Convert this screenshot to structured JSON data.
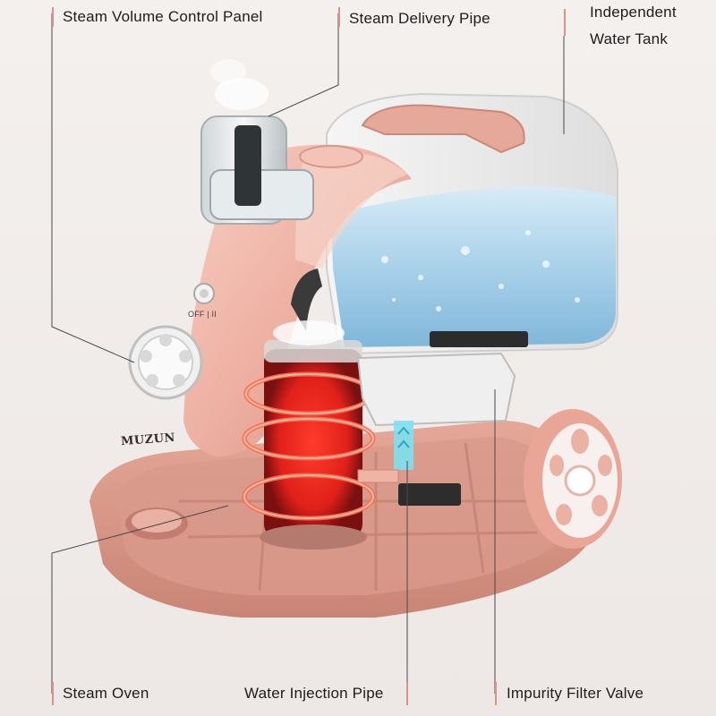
{
  "callouts": {
    "steam_volume_control_panel": "Steam Volume Control Panel",
    "steam_delivery_pipe": "Steam Delivery Pipe",
    "independent_water_tank_line1": "Independent",
    "independent_water_tank_line2": "Water Tank",
    "steam_oven": "Steam Oven",
    "water_injection_pipe": "Water Injection Pipe",
    "impurity_filter_valve": "Impurity Filter Valve"
  },
  "product": {
    "brand_text": "MUZUN",
    "knob_marks": "OFF | II"
  },
  "colors": {
    "body_pink": "#f1b4a7",
    "accent_tick": "#d9918a",
    "water_blue": "#9cc9e6",
    "heat_red": "#ff2a1a"
  }
}
